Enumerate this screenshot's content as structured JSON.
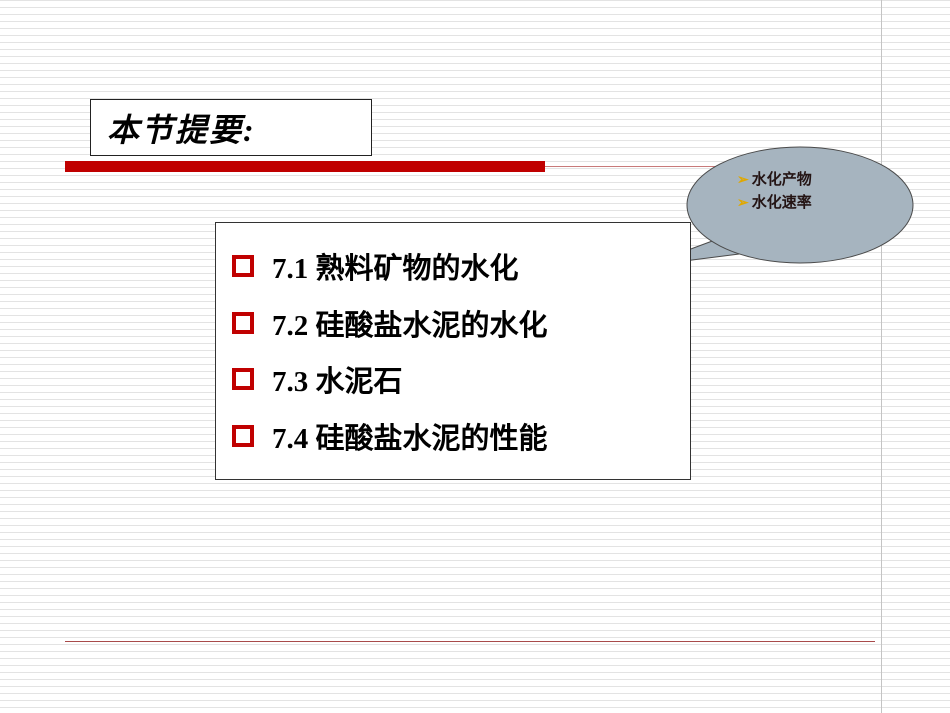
{
  "slide": {
    "title": "本节提要:",
    "callout": {
      "bullet_glyph": "➢",
      "items": [
        "水化产物",
        "水化速率"
      ]
    },
    "outline": {
      "items": [
        {
          "text": "7.1  熟料矿物的水化"
        },
        {
          "text": "7.2  硅酸盐水泥的水化"
        },
        {
          "text": "7.3  水泥石"
        },
        {
          "text": "7.4  硅酸盐水泥的性能"
        }
      ]
    },
    "colors": {
      "accent_red": "#c00000",
      "callout_fill": "#a6b4bf",
      "bullet_yellow": "#e0a800",
      "stripe_gray": "#e3e3e3"
    }
  }
}
